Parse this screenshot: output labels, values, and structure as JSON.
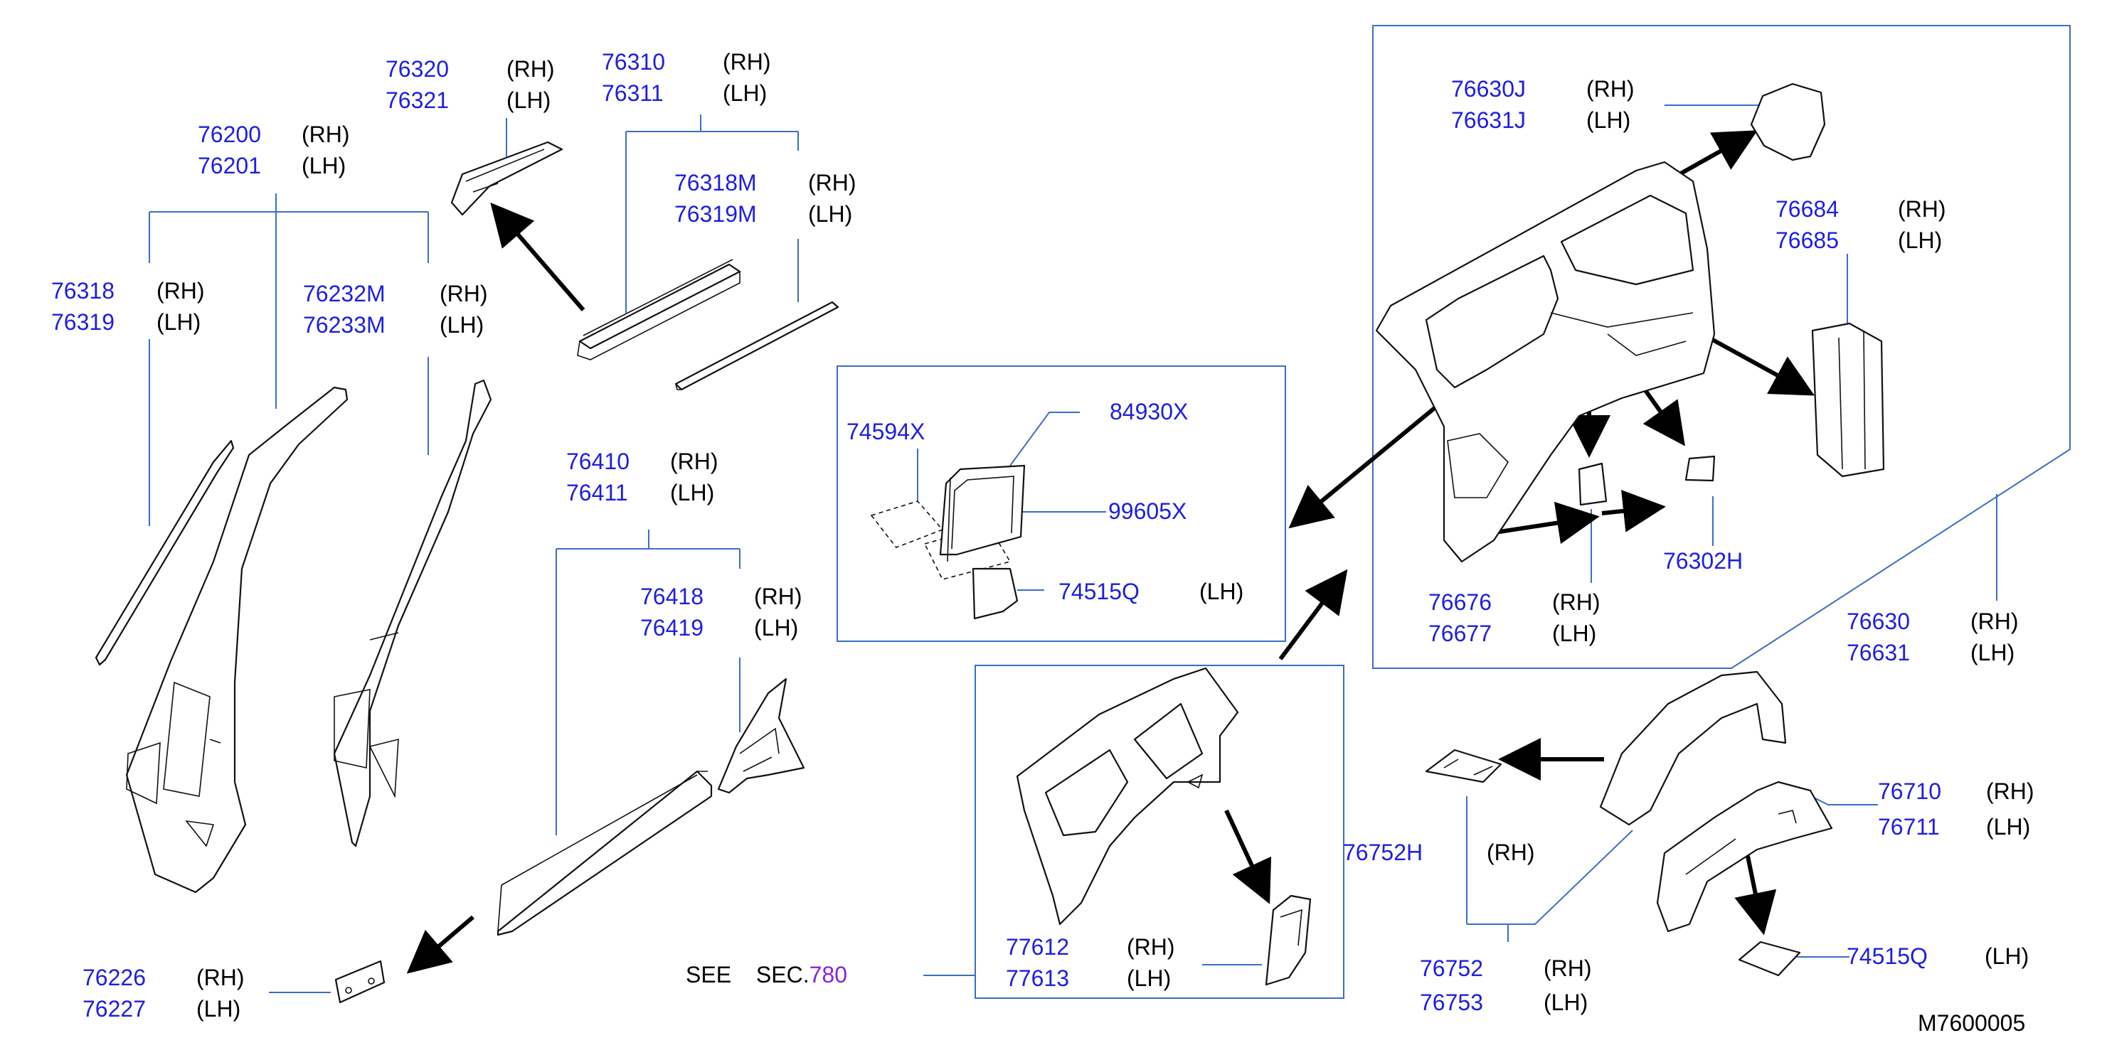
{
  "diagram_code": "M7600005",
  "see_section": {
    "prefix": "SEE",
    "label": "SEC.",
    "number": "780"
  },
  "side_labels": {
    "rh": "(RH)",
    "lh": "(LH)"
  },
  "parts": {
    "p76320": "76320",
    "p76321": "76321",
    "p76310": "76310",
    "p76311": "76311",
    "p76318M": "76318M",
    "p76319M": "76319M",
    "p76200": "76200",
    "p76201": "76201",
    "p76318": "76318",
    "p76319": "76319",
    "p76232M": "76232M",
    "p76233M": "76233M",
    "p76410": "76410",
    "p76411": "76411",
    "p76418": "76418",
    "p76419": "76419",
    "p76226": "76226",
    "p76227": "76227",
    "p74594X": "74594X",
    "p84930X": "84930X",
    "p99605X": "99605X",
    "p74515Q_a": "74515Q",
    "p77612": "77612",
    "p77613": "77613",
    "p76630J": "76630J",
    "p76631J": "76631J",
    "p76684": "76684",
    "p76685": "76685",
    "p76676": "76676",
    "p76677": "76677",
    "p76302H": "76302H",
    "p76630": "76630",
    "p76631": "76631",
    "p76752H": "76752H",
    "p76752": "76752",
    "p76753": "76753",
    "p76710": "76710",
    "p76711": "76711",
    "p74515Q_b": "74515Q"
  }
}
